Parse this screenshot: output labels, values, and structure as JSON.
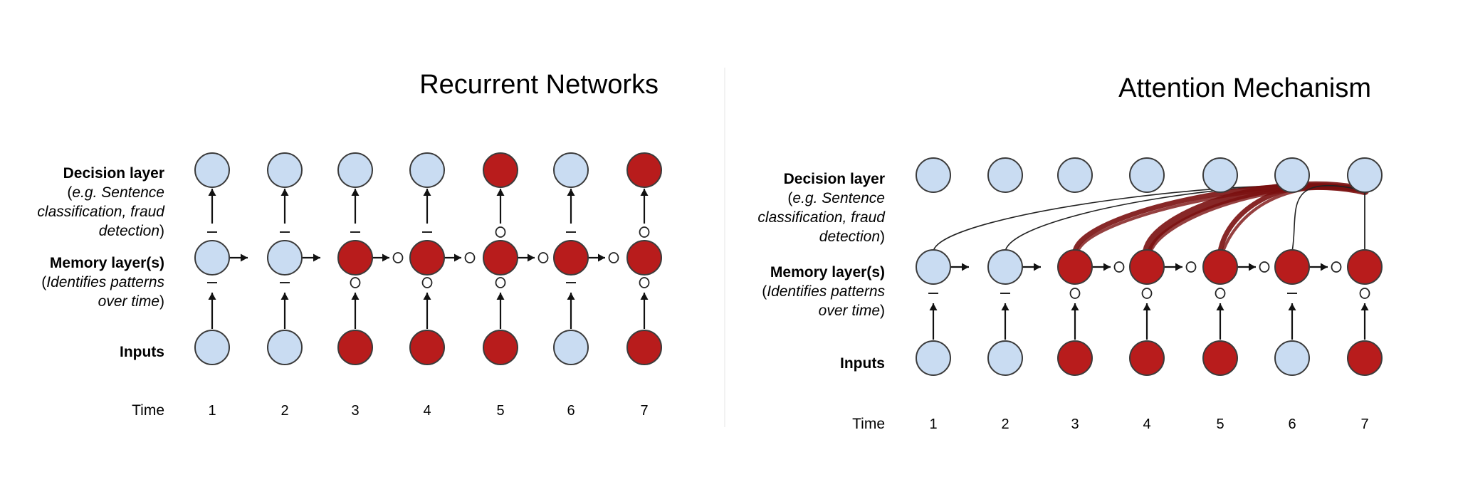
{
  "panels": [
    {
      "id": "rnn",
      "title": "Recurrent Networks",
      "row_labels": {
        "decision": {
          "main": "Decision layer",
          "sub_open": "(",
          "sub_italic_1": "e.g. Sentence",
          "sub_italic_2": "classification, fraud",
          "sub_italic_3": "detection",
          "sub_close": ")"
        },
        "memory": {
          "main": "Memory layer(s)",
          "sub_open": "(",
          "sub_italic_1": "Identifies patterns",
          "sub_italic_2": "over time",
          "sub_close": ")"
        },
        "inputs": "Inputs",
        "time": "Time"
      },
      "time_steps": [
        "1",
        "2",
        "3",
        "4",
        "5",
        "6",
        "7"
      ],
      "inputs": [
        "blue",
        "blue",
        "red",
        "red",
        "red",
        "blue",
        "red"
      ],
      "memory": [
        "blue",
        "blue",
        "red",
        "red",
        "red",
        "red",
        "red"
      ],
      "decision": [
        "blue",
        "blue",
        "blue",
        "blue",
        "red",
        "blue",
        "red"
      ],
      "below_memory_marks": [
        "dash",
        "dash",
        "o",
        "o",
        "o",
        "dash",
        "o"
      ],
      "above_memory_marks": [
        "dash",
        "dash",
        "dash",
        "dash",
        "o",
        "dash",
        "o"
      ],
      "between_memory_marks": [
        "none",
        "none",
        "o",
        "o",
        "o",
        "o"
      ]
    },
    {
      "id": "attention",
      "title": "Attention Mechanism",
      "row_labels": {
        "decision": {
          "main": "Decision layer",
          "sub_open": "(",
          "sub_italic_1": "e.g. Sentence",
          "sub_italic_2": "classification, fraud",
          "sub_italic_3": "detection",
          "sub_close": ")"
        },
        "memory": {
          "main": "Memory layer(s)",
          "sub_open": "(",
          "sub_italic_1": "Identifies patterns",
          "sub_italic_2": "over time",
          "sub_close": ")"
        },
        "inputs": "Inputs",
        "time": "Time"
      },
      "time_steps": [
        "1",
        "2",
        "3",
        "4",
        "5",
        "6",
        "7"
      ],
      "inputs": [
        "blue",
        "blue",
        "red",
        "red",
        "red",
        "blue",
        "red"
      ],
      "memory": [
        "blue",
        "blue",
        "red",
        "red",
        "red",
        "red",
        "red"
      ],
      "decision": [
        "blue",
        "blue",
        "blue",
        "blue",
        "blue",
        "blue",
        "blue"
      ],
      "below_memory_marks": [
        "dash",
        "dash",
        "o",
        "o",
        "o",
        "dash",
        "o"
      ],
      "between_memory_marks": [
        "none",
        "none",
        "o",
        "o",
        "o",
        "o"
      ],
      "attention_weights": [
        "thin",
        "thin",
        "thick",
        "thickest",
        "thick",
        "thin",
        "vertical"
      ]
    }
  ],
  "colors": {
    "blue": "#c9dcf2",
    "red": "#b81c1c",
    "attention": "#7a1010"
  }
}
